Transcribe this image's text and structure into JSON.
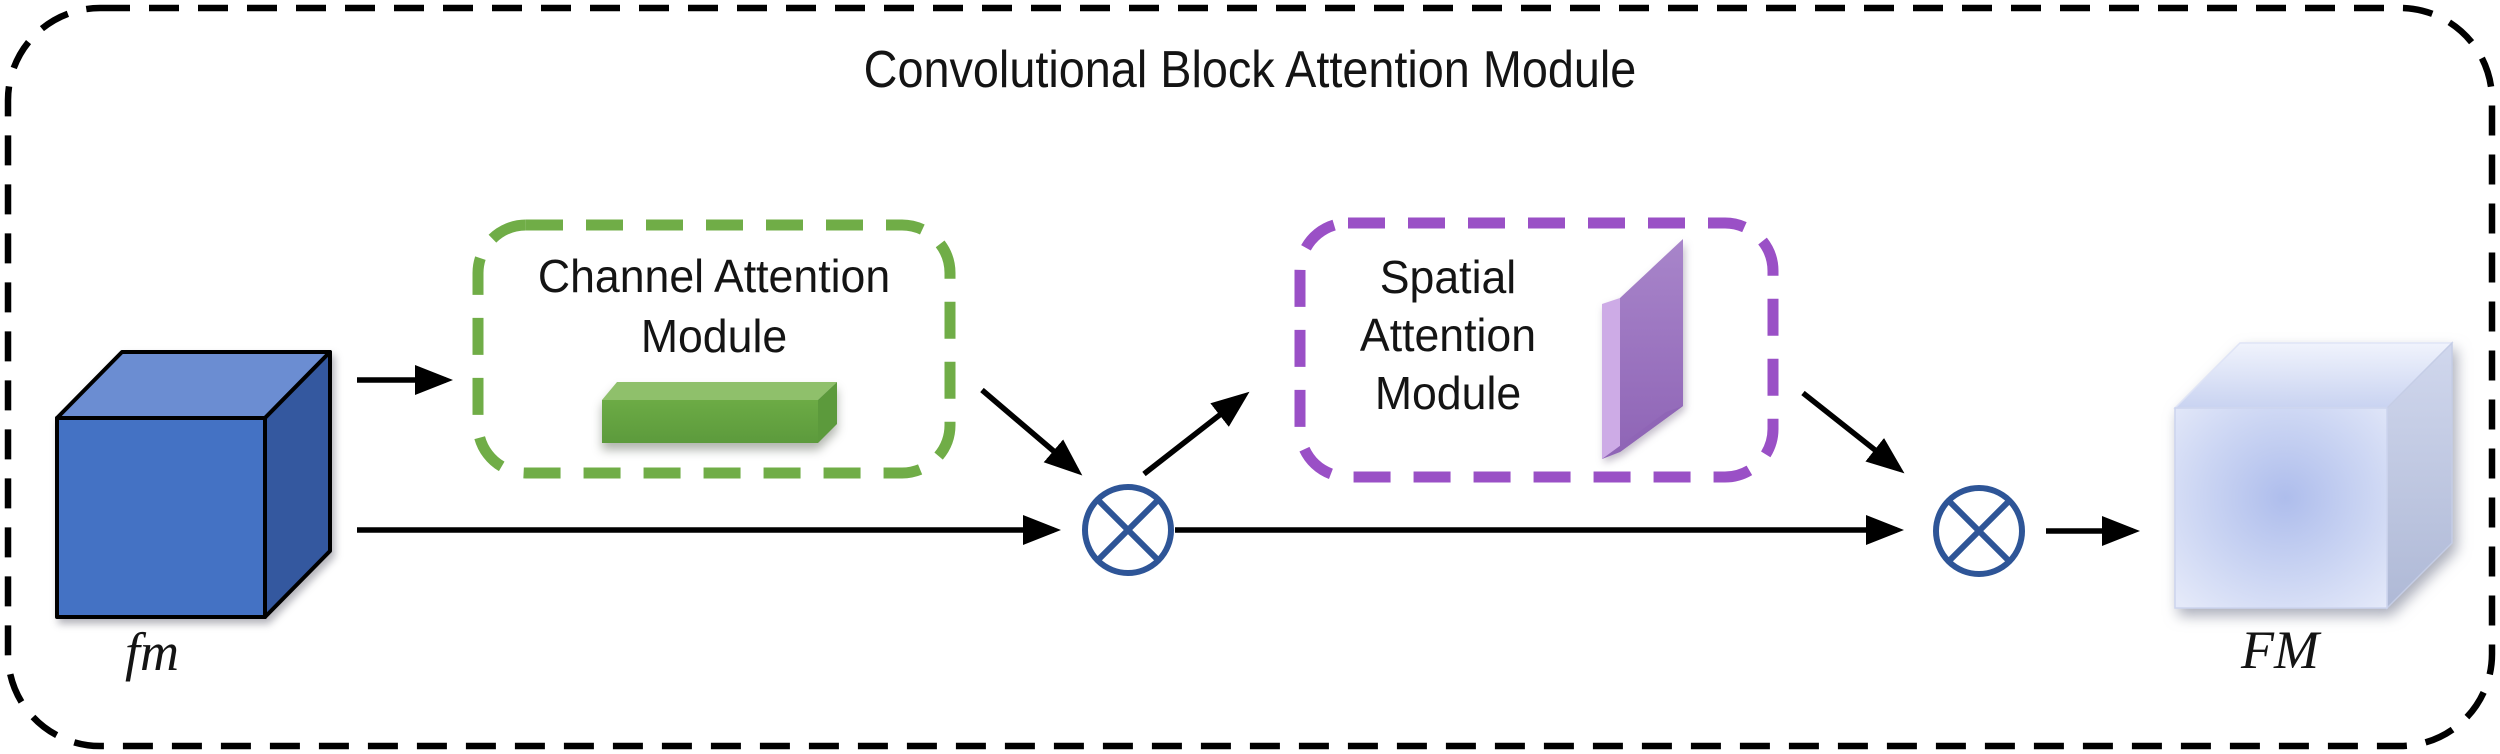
{
  "diagram": {
    "title": "Convolutional Block Attention Module",
    "input_label": "fm",
    "output_label": "FM",
    "channel_module": {
      "label": "Channel Attention\nModule"
    },
    "spatial_module": {
      "label": "Spatial\nAttention\nModule"
    },
    "operators": [
      {
        "name": "multiply-node-1",
        "symbol": "⊗"
      },
      {
        "name": "multiply-node-2",
        "symbol": "⊗"
      }
    ]
  },
  "colors": {
    "line-black": "#000000",
    "text-dark": "#141414",
    "green-dash": "#70AD47",
    "green-bar-top": "#8FC06B",
    "green-bar-front": "#6CAB45",
    "green-bar-side": "#5C9A3C",
    "purple-dash": "#9A50C6",
    "plate-face": "#A885CA",
    "plate-edge-light": "#CDABE6",
    "plate-edge-dark": "#8F65B6",
    "cube-front": "#4472C4",
    "cube-top": "#6B8DD2",
    "cube-side": "#34589F",
    "operator-blue": "#2E5597",
    "out-cube-center": "#AEBDEC",
    "out-cube-mid": "#CBD5F3",
    "out-cube-light": "#E4E9F9",
    "out-top-light": "#F0F3FC",
    "out-top-dark": "#C9D3F1",
    "out-side-light": "#D0D7ED",
    "out-side-dark": "#AFB9D6"
  }
}
